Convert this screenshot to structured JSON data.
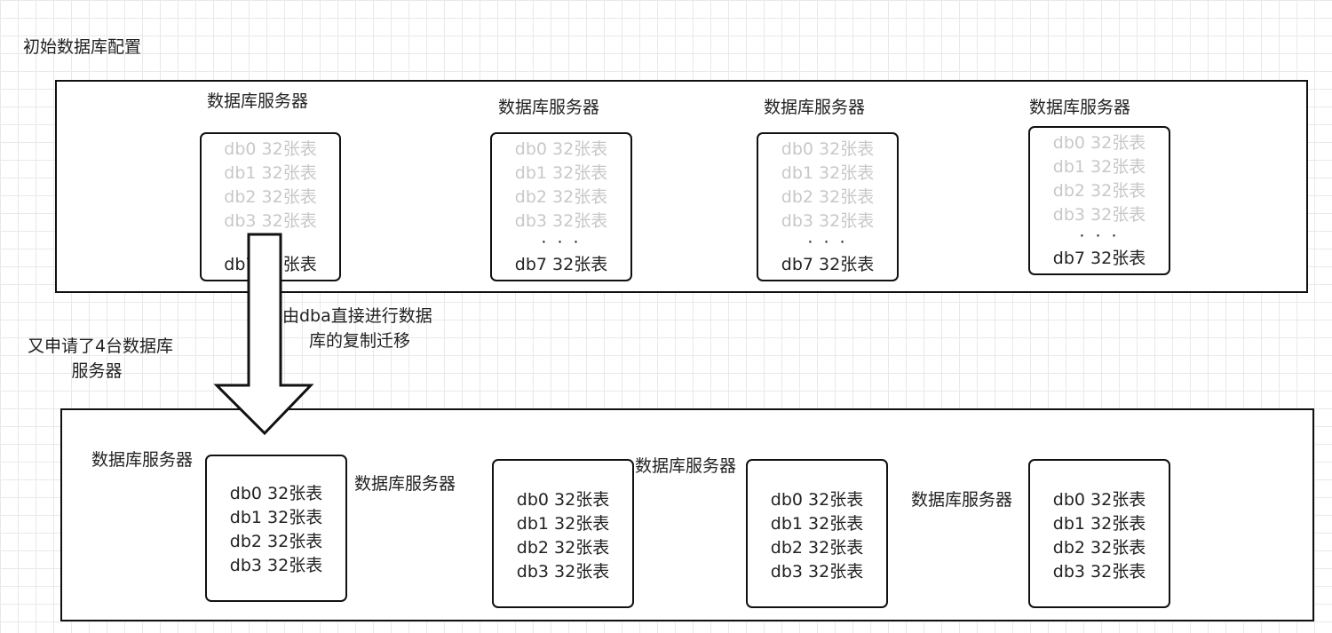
{
  "title": "初始数据库配置",
  "server_label": "数据库服务器",
  "top_group": {
    "servers": [
      {
        "dbs": [
          "db0 32张表",
          "db1 32张表",
          "db2 32张表",
          "db3 32张表"
        ],
        "ellipsis": "",
        "last": "db7 32张表"
      },
      {
        "dbs": [
          "db0 32张表",
          "db1 32张表",
          "db2 32张表",
          "db3 32张表"
        ],
        "ellipsis": "· · ·",
        "last": "db7 32张表"
      },
      {
        "dbs": [
          "db0 32张表",
          "db1 32张表",
          "db2 32张表",
          "db3 32张表"
        ],
        "ellipsis": "· · ·",
        "last": "db7 32张表"
      },
      {
        "dbs": [
          "db0 32张表",
          "db1 32张表",
          "db2 32张表",
          "db3 32张表"
        ],
        "ellipsis": "· · ·",
        "last": "db7 32张表"
      }
    ]
  },
  "annotations": {
    "migration_line1": "由dba直接进行数据",
    "migration_line2": "库的复制迁移",
    "apply_line1": "又申请了4台数据库",
    "apply_line2": "服务器"
  },
  "bottom_group": {
    "servers": [
      {
        "dbs": [
          "db0 32张表",
          "db1 32张表",
          "db2 32张表",
          "db3 32张表"
        ]
      },
      {
        "dbs": [
          "db0 32张表",
          "db1 32张表",
          "db2 32张表",
          "db3 32张表"
        ]
      },
      {
        "dbs": [
          "db0 32张表",
          "db1 32张表",
          "db2 32张表",
          "db3 32张表"
        ]
      },
      {
        "dbs": [
          "db0 32张表",
          "db1 32张表",
          "db2 32张表",
          "db3 32张表"
        ]
      }
    ]
  }
}
